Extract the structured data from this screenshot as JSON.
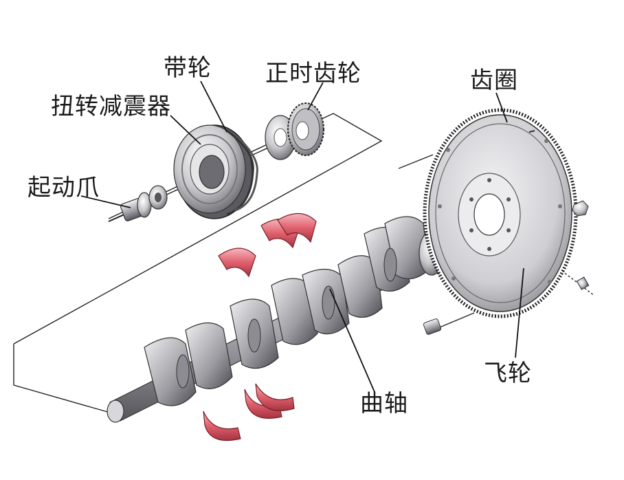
{
  "labels": {
    "belt_pulley": "带轮",
    "timing_gear": "正时齿轮",
    "ring_gear": "齿圈",
    "torsional_damper": "扭转减震器",
    "starter_claw": "起动爪",
    "crankshaft": "曲轴",
    "flywheel": "飞轮"
  },
  "colors": {
    "bearing_shell": "#e0606d",
    "metal_light": "#e8e8ea",
    "metal_mid": "#9a9aa0",
    "metal_dark": "#4a4a50",
    "line": "#222222"
  }
}
